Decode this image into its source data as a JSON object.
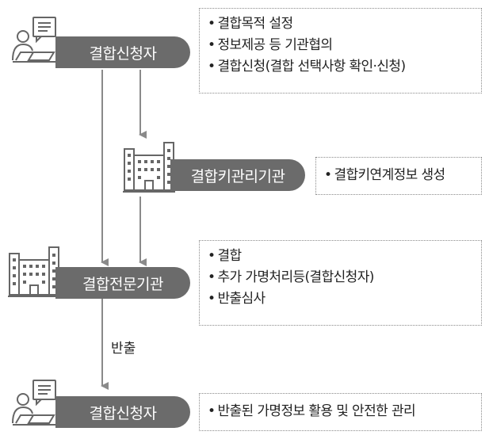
{
  "nodes": {
    "applicant_top": {
      "label": "결합신청자",
      "notes": [
        "결합목적 설정",
        "정보제공 등 기관협의",
        "결합신청(결합 선택사항 확인·신청)"
      ]
    },
    "key_agency": {
      "label": "결합키관리기관",
      "notes": [
        "결합키연계정보 생성"
      ]
    },
    "expert_agency": {
      "label": "결합전문기관",
      "notes": [
        "결합",
        "추가 가명처리등(결합신청자)",
        "반출심사"
      ]
    },
    "applicant_bottom": {
      "label": "결합신청자",
      "notes": [
        "반출된 가명정보 활용 및 안전한 관리"
      ]
    }
  },
  "edges": {
    "export_label": "반출"
  },
  "icons": {
    "person": "person-laptop-icon",
    "building": "building-icon"
  },
  "colors": {
    "pill": "#6b6b6b",
    "arrow": "#8a8a8a",
    "icon": "#666666"
  }
}
